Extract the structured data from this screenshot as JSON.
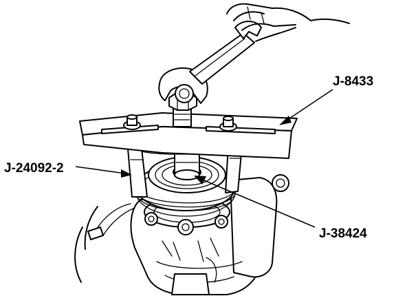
{
  "labels": {
    "bridge_tool": "J-8433",
    "adapter_tool": "J-24092-2",
    "pulley_tool": "J-38424"
  }
}
